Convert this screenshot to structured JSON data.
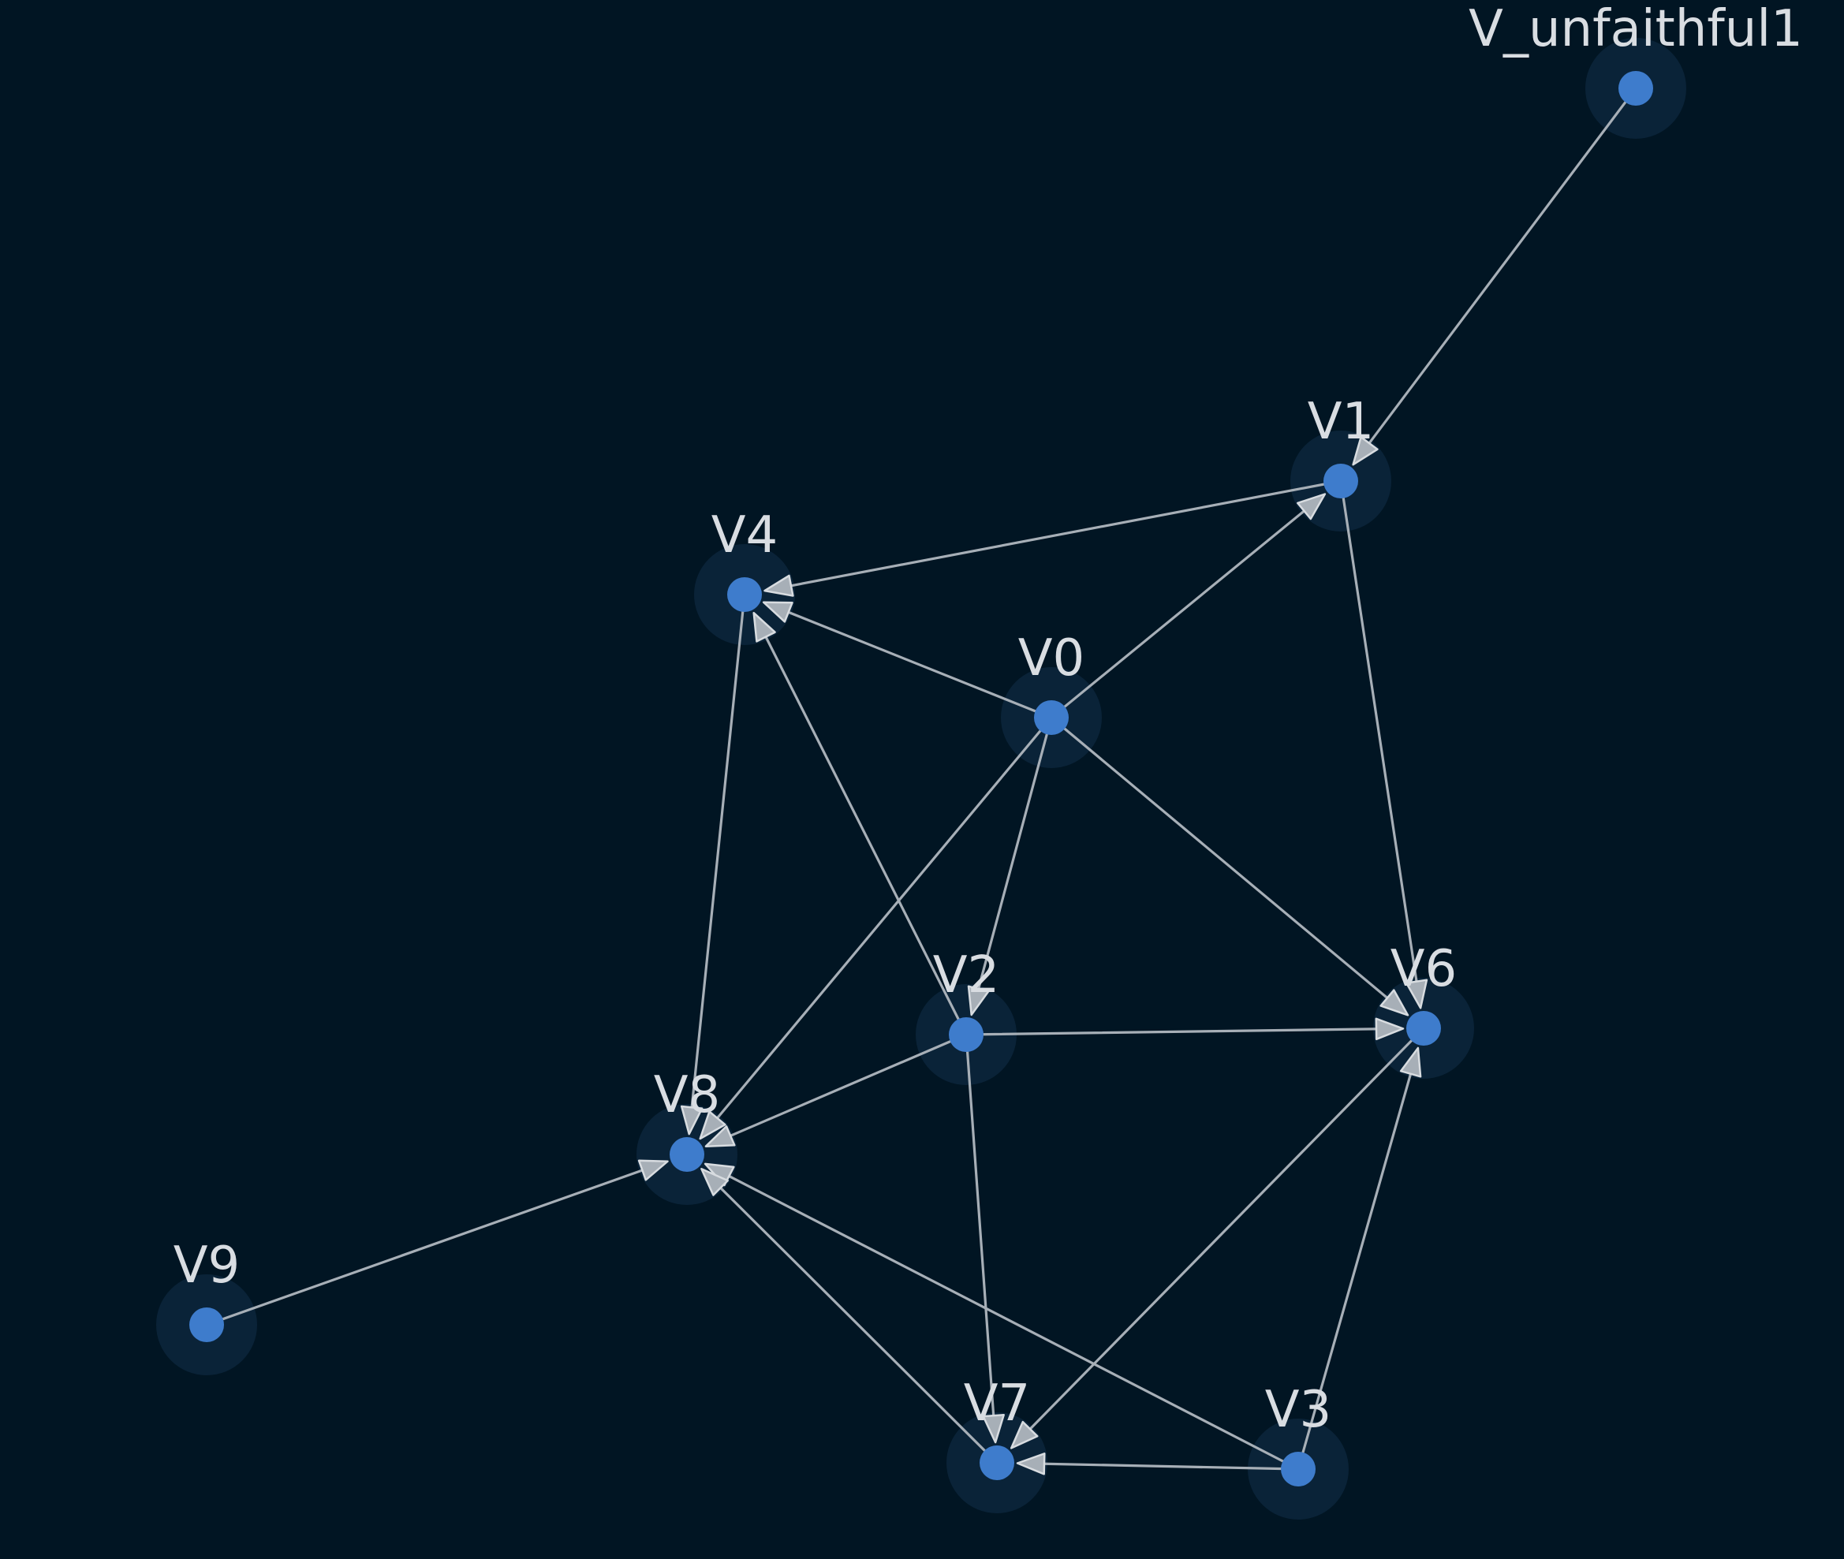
{
  "graph": {
    "background_color": "#011523",
    "node_color": "#3e7ccc",
    "node_halo_color": "#0a2338",
    "edge_color": "#a7afb7",
    "arrowhead_color": "#d8dce0",
    "label_color": "#d9dde2",
    "nodes": [
      {
        "id": "V0",
        "label": "V0"
      },
      {
        "id": "V1",
        "label": "V1"
      },
      {
        "id": "V2",
        "label": "V2"
      },
      {
        "id": "V3",
        "label": "V3"
      },
      {
        "id": "V4",
        "label": "V4"
      },
      {
        "id": "V6",
        "label": "V6"
      },
      {
        "id": "V7",
        "label": "V7"
      },
      {
        "id": "V8",
        "label": "V8"
      },
      {
        "id": "V9",
        "label": "V9"
      },
      {
        "id": "V_unfaithful1",
        "label": "V_unfaithful1"
      }
    ],
    "edges": [
      {
        "source": "V_unfaithful1",
        "target": "V1"
      },
      {
        "source": "V1",
        "target": "V4"
      },
      {
        "source": "V1",
        "target": "V6"
      },
      {
        "source": "V0",
        "target": "V1"
      },
      {
        "source": "V0",
        "target": "V4"
      },
      {
        "source": "V0",
        "target": "V2"
      },
      {
        "source": "V0",
        "target": "V6"
      },
      {
        "source": "V0",
        "target": "V8"
      },
      {
        "source": "V4",
        "target": "V8"
      },
      {
        "source": "V2",
        "target": "V4"
      },
      {
        "source": "V2",
        "target": "V6"
      },
      {
        "source": "V2",
        "target": "V8"
      },
      {
        "source": "V2",
        "target": "V7"
      },
      {
        "source": "V6",
        "target": "V7"
      },
      {
        "source": "V3",
        "target": "V6"
      },
      {
        "source": "V3",
        "target": "V7"
      },
      {
        "source": "V3",
        "target": "V8"
      },
      {
        "source": "V7",
        "target": "V8"
      },
      {
        "source": "V9",
        "target": "V8"
      }
    ]
  }
}
